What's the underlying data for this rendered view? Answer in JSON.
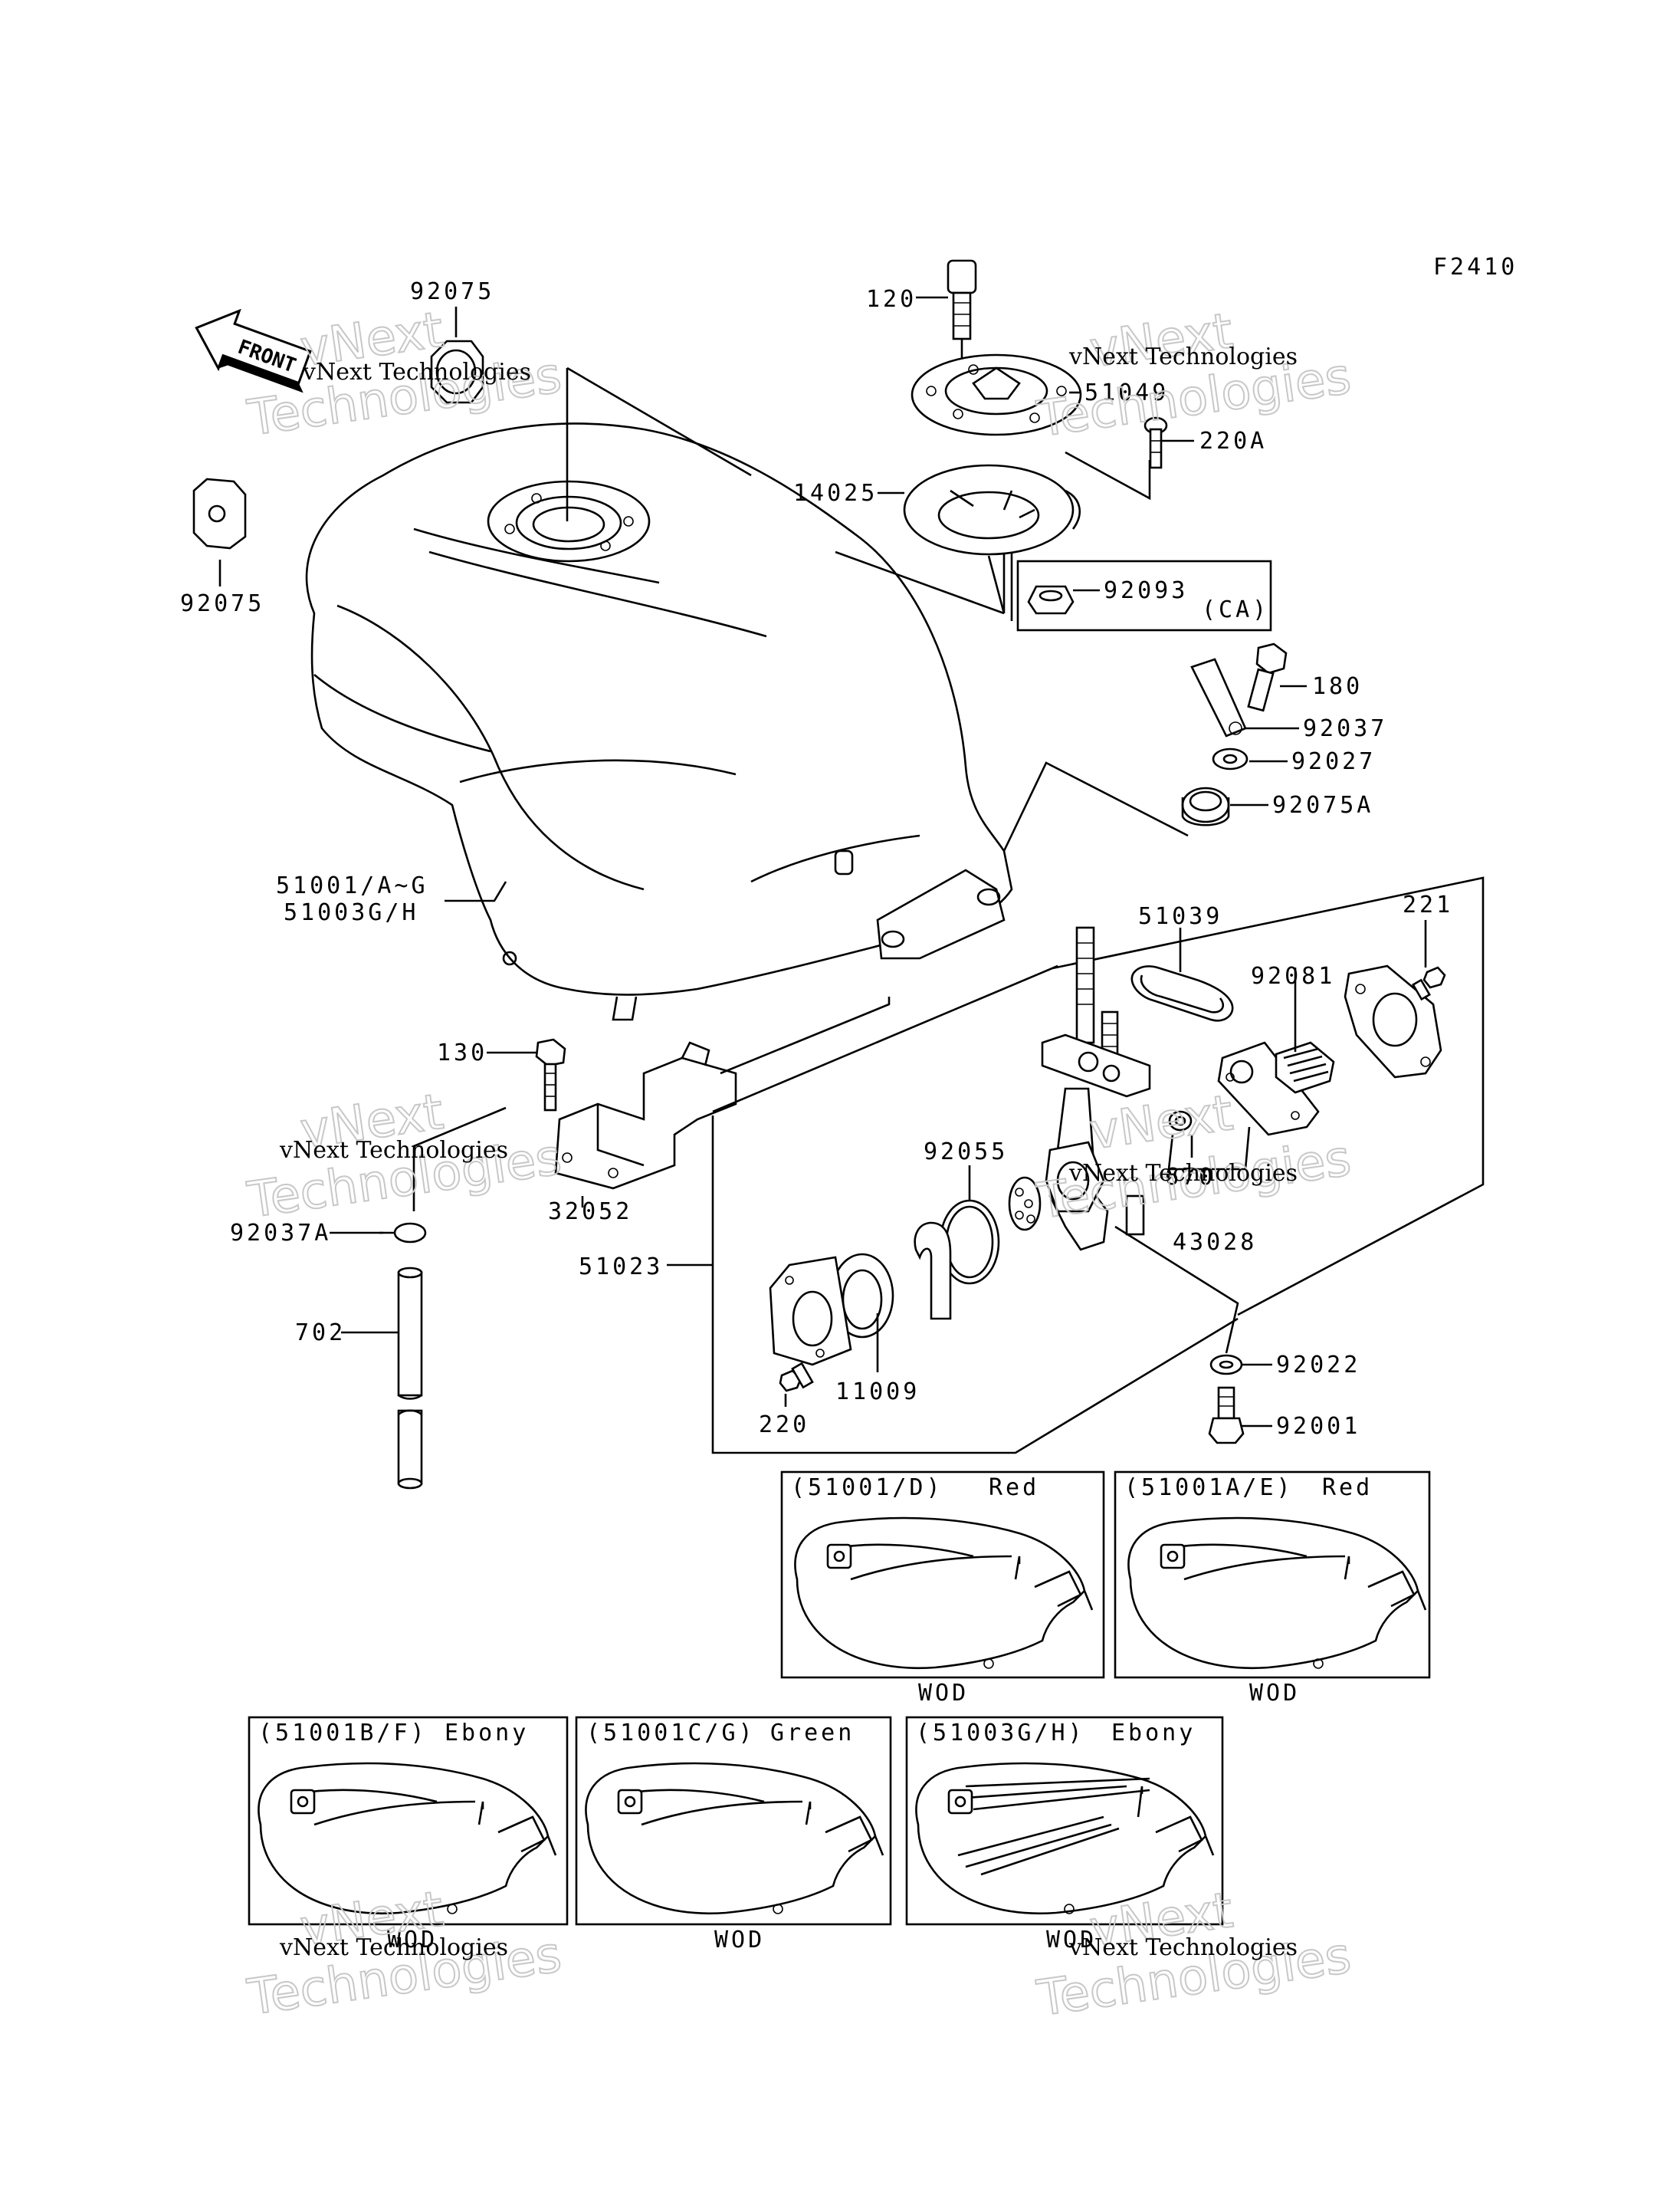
{
  "figure_code": "F2410",
  "front_arrow_label": "FRONT",
  "watermark": {
    "line1": "vNext",
    "line2": "Technologies",
    "caption": "vNext Technologies"
  },
  "labels": {
    "p92075_top": "92075",
    "p92075_left": "92075",
    "p120": "120",
    "p51049": "51049",
    "p220A": "220A",
    "p14025": "14025",
    "p92093": "92093",
    "ca_note": "(CA)",
    "p180": "180",
    "p92037": "92037",
    "p92027": "92027",
    "p92075A": "92075A",
    "p51001": "51001/A~G",
    "p51003": "51003G/H",
    "p130": "130",
    "p32052": "32052",
    "p92037A": "92037A",
    "p702": "702",
    "p51039": "51039",
    "p221": "221",
    "p92081": "92081",
    "p92055": "92055",
    "p670": "670",
    "p43028": "43028",
    "p51023": "51023",
    "p11009": "11009",
    "p220": "220",
    "p92022": "92022",
    "p92001": "92001"
  },
  "variants": [
    {
      "code": "(51001/D)",
      "color": "Red",
      "note": "WOD"
    },
    {
      "code": "(51001A/E)",
      "color": "Red",
      "note": "WOD"
    },
    {
      "code": "(51001B/F)",
      "color": "Ebony",
      "note": "WOD"
    },
    {
      "code": "(51001C/G)",
      "color": "Green",
      "note": "WOD"
    },
    {
      "code": "(51003G/H)",
      "color": "Ebony",
      "note": "WOD"
    }
  ]
}
